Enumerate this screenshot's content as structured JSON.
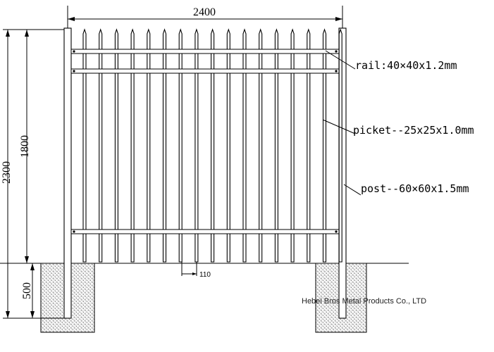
{
  "dimensions": {
    "width": "2400",
    "total_height": "2300",
    "fence_height": "1800",
    "footing_depth": "500",
    "picket_spacing": "110"
  },
  "labels": {
    "rail": "rail:40×40x1.2mm",
    "picket": "picket--25x25x1.0mm",
    "post": "post--60×60x1.5mm"
  },
  "watermark": "Hebei Bros Metal Products Co., LTD"
}
